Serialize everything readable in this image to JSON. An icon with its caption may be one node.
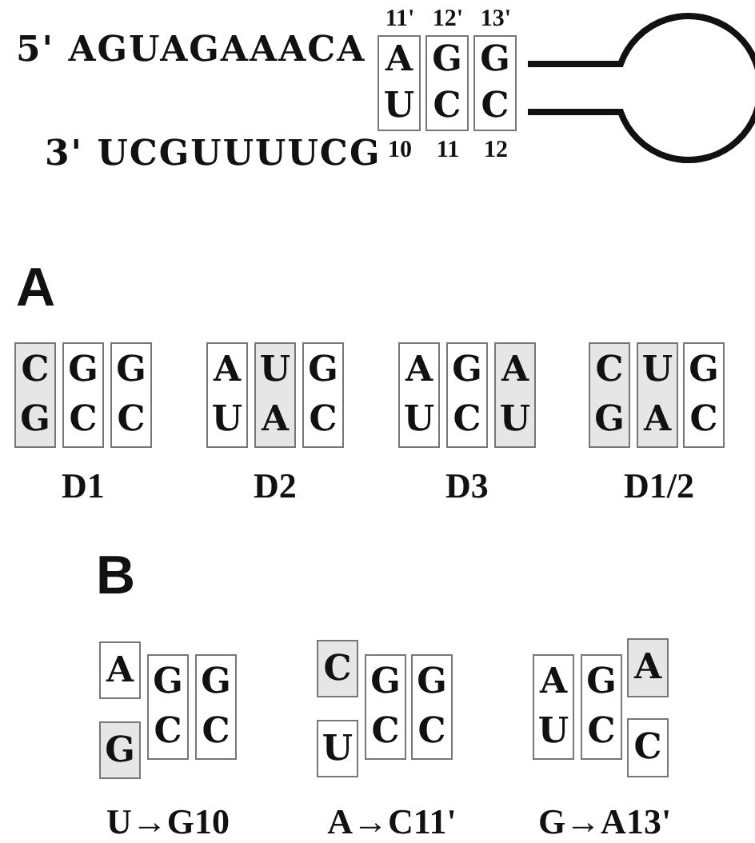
{
  "diagram": {
    "nodes": [
      {
        "text": [
          "A",
          "U"
        ]
      },
      {
        "text": [
          "G",
          "C"
        ]
      },
      {
        "text": [
          "G",
          "C"
        ]
      },
      {
        "text": [
          "C",
          "G"
        ]
      },
      {
        "text": [
          "G",
          "C"
        ]
      },
      {
        "text": [
          "G",
          "C"
        ]
      },
      {
        "text": [
          "A",
          "U"
        ]
      },
      {
        "text": [
          "U",
          "A"
        ]
      },
      {
        "text": [
          "G",
          "C"
        ]
      },
      {
        "text": [
          "A",
          "U"
        ]
      },
      {
        "text": [
          "G",
          "C"
        ]
      },
      {
        "text": [
          "A",
          "U"
        ]
      },
      {
        "text": [
          "C",
          "G"
        ]
      },
      {
        "text": [
          "U",
          "A"
        ]
      },
      {
        "text": [
          "G",
          "C"
        ]
      },
      {
        "text": [
          "A"
        ]
      },
      {
        "text": [
          "G"
        ]
      },
      {
        "text": [
          "G",
          "C"
        ]
      },
      {
        "text": [
          "G",
          "C"
        ]
      },
      {
        "text": [
          "C"
        ]
      },
      {
        "text": [
          "U"
        ]
      },
      {
        "text": [
          "G",
          "C"
        ]
      },
      {
        "text": [
          "G",
          "C"
        ]
      },
      {
        "text": [
          "A",
          "U"
        ]
      },
      {
        "text": [
          "G",
          "C"
        ]
      },
      {
        "text": [
          "A"
        ]
      },
      {
        "text": [
          "C"
        ]
      }
    ],
    "labels": [
      "5' AGUAGAAACA",
      "11'",
      "12'",
      "13'",
      "3' UCGUUUUCG",
      "10",
      "11",
      "12",
      "A",
      "D1",
      "D2",
      "D3",
      "D1/2",
      "B",
      "U→G10",
      "A→C11'",
      "G→A13'"
    ]
  }
}
